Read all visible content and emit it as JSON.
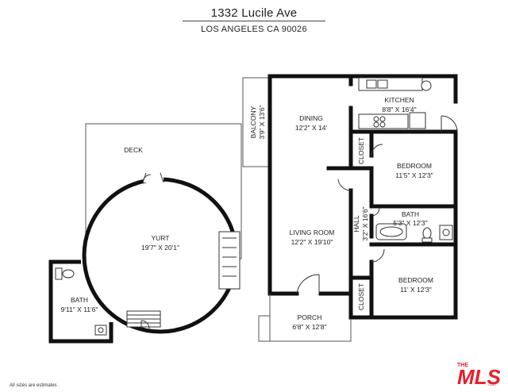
{
  "header": {
    "address": "1332 Lucile Ave",
    "city": "LOS ANGELES CA 90026"
  },
  "rooms": {
    "kitchen": {
      "name": "KITCHEN",
      "dims": "8'8\" X 16'4\""
    },
    "dining": {
      "name": "DINING",
      "dims": "12'2\" X 14'"
    },
    "balcony": {
      "name": "BALCONY",
      "dims": "3'9\" X 13'6\""
    },
    "closet_top": {
      "name": "CLOSET"
    },
    "bedroom_top": {
      "name": "BEDROOM",
      "dims": "11'5\" X 12'3\""
    },
    "hall": {
      "name": "HALL",
      "dims": "3'2\" X 16'6\""
    },
    "bath_main": {
      "name": "BATH",
      "dims": "5'3\" X 12'3\""
    },
    "living": {
      "name": "LIVING ROOM",
      "dims": "12'2\" X 19'10\""
    },
    "bedroom_bottom": {
      "name": "BEDROOM",
      "dims": "11' X 12'3\""
    },
    "closet_bottom": {
      "name": "CLOSET"
    },
    "porch": {
      "name": "PORCH",
      "dims": "6'8\" X 12'8\""
    },
    "deck": {
      "name": "DECK"
    },
    "yurt": {
      "name": "YURT",
      "dims": "19'7\" X 20'1\""
    },
    "bath_yurt": {
      "name": "BATH",
      "dims": "9'11\" X 11'6\""
    }
  },
  "footer": {
    "note": "All sizes are estimates",
    "logo": "THE MLS .com"
  }
}
